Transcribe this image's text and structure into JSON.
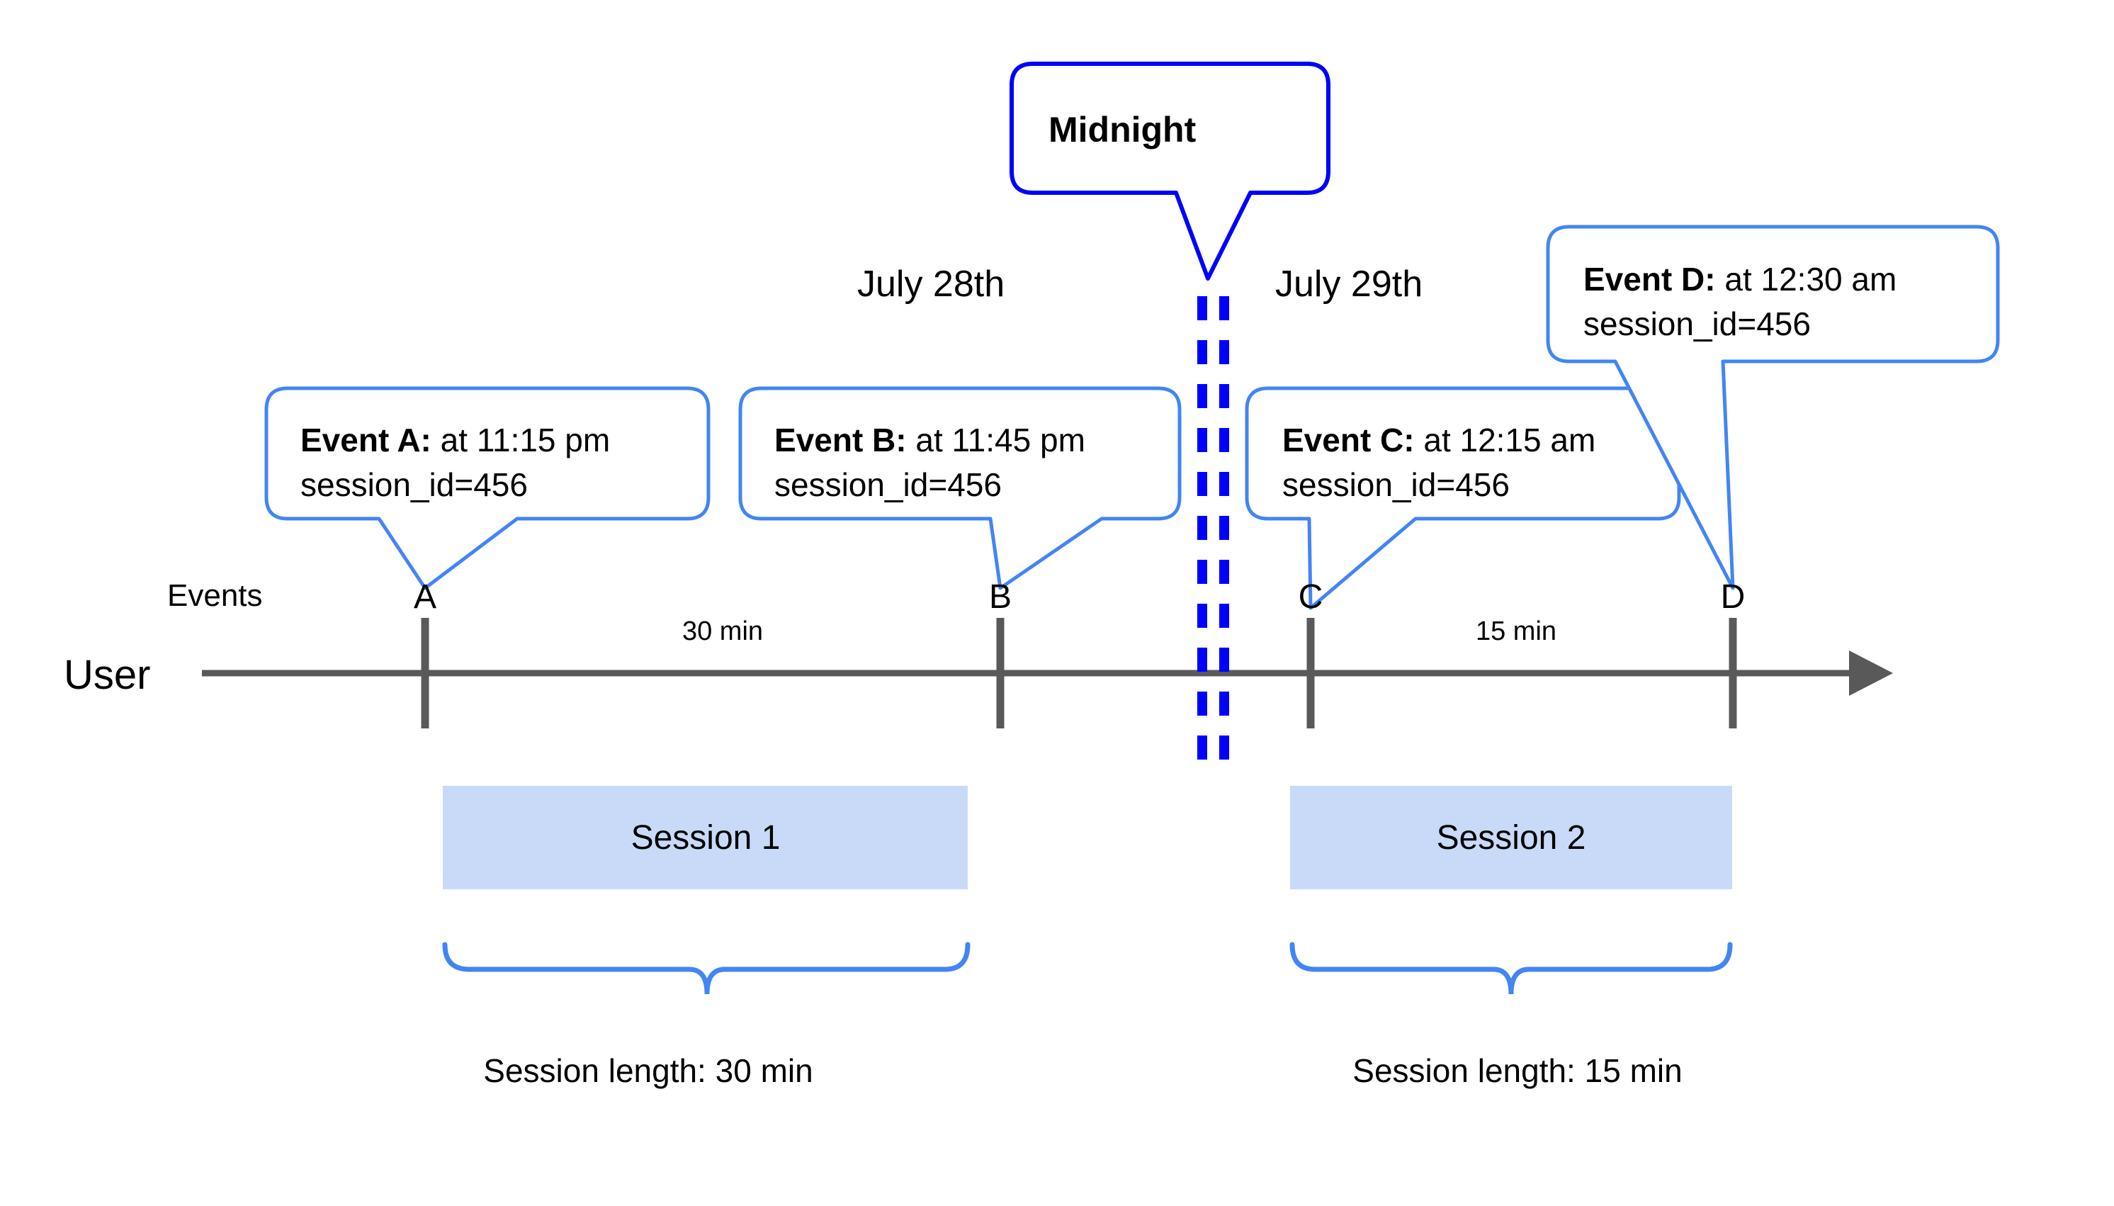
{
  "diagram": {
    "title_callout": "Midnight",
    "axis_label": "User",
    "events_row_label": "Events",
    "dates": [
      {
        "label": "July 28th"
      },
      {
        "label": "July 29th"
      }
    ],
    "event_ticks": [
      {
        "id": "A",
        "label": "A"
      },
      {
        "id": "B",
        "label": "B"
      },
      {
        "id": "C",
        "label": "C"
      },
      {
        "id": "D",
        "label": "D"
      }
    ],
    "event_callouts": [
      {
        "id": "A",
        "bold": "Event A:",
        "rest": " at 11:15 pm",
        "line2": "session_id=456"
      },
      {
        "id": "B",
        "bold": "Event B:",
        "rest": " at 11:45 pm",
        "line2": "session_id=456"
      },
      {
        "id": "C",
        "bold": "Event C:",
        "rest": " at 12:15 am",
        "line2": "session_id=456"
      },
      {
        "id": "D",
        "bold": "Event D:",
        "rest": " at 12:30 am",
        "line2": "session_id=456"
      }
    ],
    "durations": [
      {
        "id": "ab",
        "label": "30 min"
      },
      {
        "id": "cd",
        "label": "15 min"
      }
    ],
    "sessions": [
      {
        "id": "s1",
        "label": "Session 1",
        "length_label": "Session length: 30 min"
      },
      {
        "id": "s2",
        "label": "Session 2",
        "length_label": "Session length: 15 min"
      }
    ],
    "colors": {
      "callout_border": "#4285F4",
      "midnight_border": "#0000FF",
      "midnight_dash": "#0000FF",
      "session_fill": "#C9DAF8",
      "axis": "#595959",
      "text": "#000000",
      "brace": "#4285F4"
    }
  }
}
